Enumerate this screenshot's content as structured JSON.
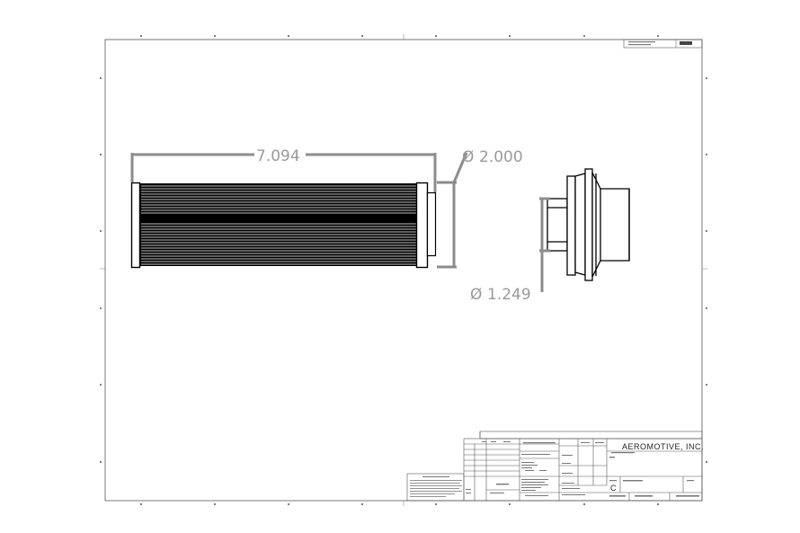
{
  "drawing": {
    "dimensions": {
      "length": "7.094",
      "outer_diameter": "2.000",
      "inner_diameter": "1.249",
      "diameter_symbol": "Ø"
    },
    "title_block": {
      "company": "AEROMOTIVE, INC.",
      "size_letter": "C"
    },
    "colors": {
      "linework": "#000000",
      "dimension": "#8c8c8c",
      "border": "#555555"
    }
  }
}
